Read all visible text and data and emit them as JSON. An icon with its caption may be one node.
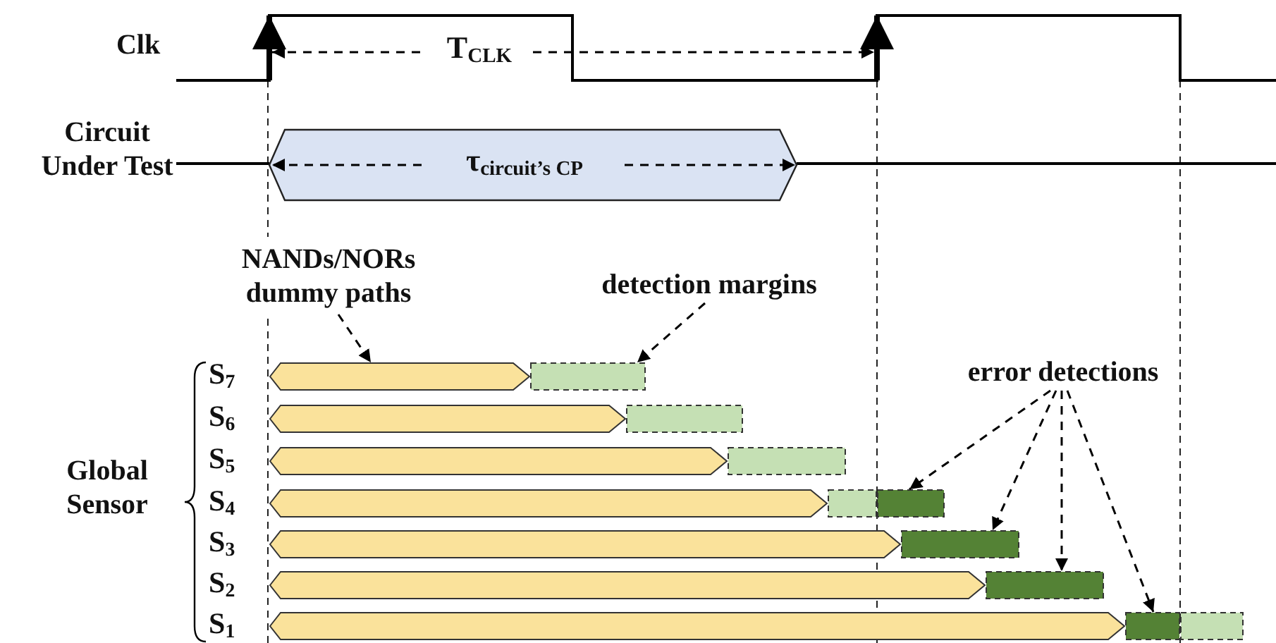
{
  "diagram": {
    "nodes": [
      {
        "text": [
          "τ$_{circuit’s CP}$"
        ]
      },
      {
        "text": [
          "NANDs/NORs dummy paths"
        ]
      },
      {
        "text": [
          "detection margins"
        ]
      },
      {
        "text": [
          "error detections"
        ]
      },
      {
        "text": [],
        "shape": "bar"
      },
      {
        "text": [],
        "shape": "box"
      },
      {
        "text": [],
        "shape": "bar"
      },
      {
        "text": [],
        "shape": "box"
      },
      {
        "text": [],
        "shape": "bar"
      },
      {
        "text": [],
        "shape": "box"
      },
      {
        "text": [],
        "shape": "bar"
      },
      {
        "text": [],
        "shape": "box"
      },
      {
        "text": [],
        "shape": "box"
      },
      {
        "text": [],
        "shape": "bar"
      },
      {
        "text": [],
        "shape": "box"
      },
      {
        "text": [],
        "shape": "bar"
      },
      {
        "text": [],
        "shape": "box"
      },
      {
        "text": [],
        "shape": "bar"
      },
      {
        "text": [],
        "shape": "box"
      },
      {
        "text": [],
        "shape": "box"
      }
    ],
    "edges": [
      {
        "from": 1,
        "to": 4,
        "arrow": "to",
        "style": "dashed"
      },
      {
        "from": 2,
        "to": 5,
        "arrow": "to",
        "style": "dashed"
      },
      {
        "from": 3,
        "to": 12,
        "arrow": "to",
        "style": "dashed"
      },
      {
        "from": 3,
        "to": 14,
        "arrow": "to",
        "style": "dashed"
      },
      {
        "from": 3,
        "to": 16,
        "arrow": "to",
        "style": "dashed"
      },
      {
        "from": 3,
        "to": 18,
        "arrow": "to",
        "style": "dashed"
      }
    ],
    "labels": [
      "Clk",
      "T$_{CLK}$",
      "Circuit Under Test",
      "Global Sensor",
      "S$_{7}$",
      "S$_{6}$",
      "S$_{5}$",
      "S$_{4}$",
      "S$_{3}$",
      "S$_{2}$",
      "S$_{1}$"
    ]
  }
}
